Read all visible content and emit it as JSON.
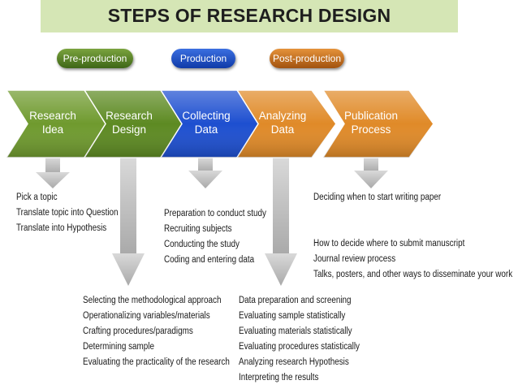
{
  "title": "STEPS OF RESEARCH DESIGN",
  "phases": {
    "pre": "Pre-production",
    "production": "Production",
    "post": "Post-production"
  },
  "steps": [
    {
      "line1": "Research",
      "line2": "Idea",
      "color": "#6f9a2e"
    },
    {
      "line1": "Research",
      "line2": "Design",
      "color": "#5d8a22"
    },
    {
      "line1": "Collecting",
      "line2": "Data",
      "color": "#1d4fd0"
    },
    {
      "line1": "Analyzing",
      "line2": "Data",
      "color": "#e08a28"
    },
    {
      "line1": "Publication",
      "line2": "Process",
      "color": "#e08a28"
    }
  ],
  "lists": {
    "idea": [
      "Pick a topic",
      "Translate topic into Question",
      "Translate into Hypothesis"
    ],
    "collecting": [
      "Preparation to conduct study",
      "Recruiting subjects",
      "Conducting the study",
      "Coding and entering data"
    ],
    "publication_a": [
      "Deciding when to start writing paper"
    ],
    "publication_b": [
      "How to decide where to submit manuscript",
      "Journal review process",
      "Talks, posters, and other ways to disseminate your work"
    ],
    "design": [
      "Selecting the methodological approach",
      "Operationalizing variables/materials",
      "Crafting procedures/paradigms",
      "Determining sample",
      "Evaluating the practicality of the research"
    ],
    "analyzing": [
      "Data preparation and screening",
      "Evaluating sample statistically",
      "Evaluating materials statistically",
      "Evaluating procedures statistically",
      "Analyzing research Hypothesis",
      "Interpreting the results"
    ]
  }
}
